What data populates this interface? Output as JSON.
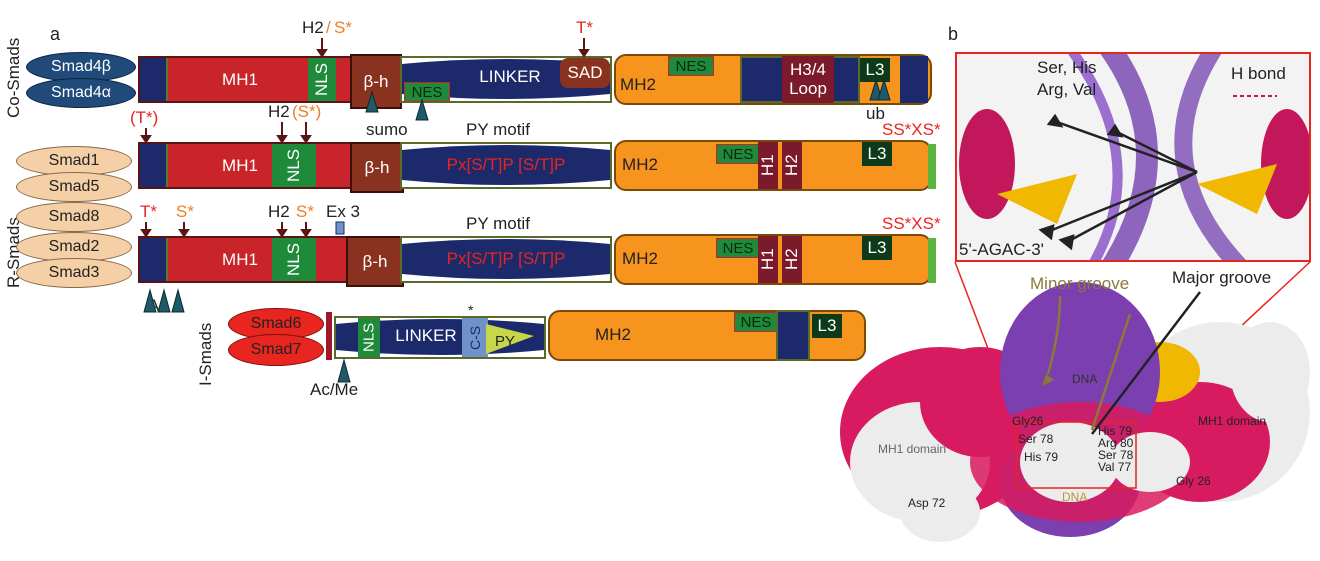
{
  "panel_a": {
    "label": "a",
    "groups": {
      "co": "Co-Smads",
      "r": "R-Smads",
      "i": "I-Smads"
    },
    "co_smads": [
      "Smad4β",
      "Smad4α"
    ],
    "r_smads_top": [
      "Smad1",
      "Smad5"
    ],
    "r_smad8": "Smad8",
    "r_smads_bottom": [
      "Smad2",
      "Smad3"
    ],
    "i_smads": [
      "Smad6",
      "Smad7"
    ],
    "domains": {
      "mh1": "MH1",
      "mh2": "MH2",
      "nls": "NLS",
      "beta_h": "β-h",
      "linker": "LINKER",
      "sad": "SAD",
      "nes": "NES",
      "h34": "H3/4",
      "loop": "Loop",
      "l3": "L3",
      "h1": "H1",
      "h2": "H2",
      "py_seq": "Px[S/T]P [S/T]P",
      "py": "PY",
      "cs": "C-S"
    },
    "annotations": {
      "co_h2": "H2",
      "co_slash": "/",
      "co_s": "S*",
      "co_t": "T*",
      "sumo": "sumo",
      "ub": "ub",
      "py_motif_1": "PY motif",
      "py_motif_2": "PY motif",
      "r1_t": "(T*)",
      "r1_h2": "H2",
      "r1_s": "(S*)",
      "r1_ss": "SS*XS*",
      "r2_t": "T*",
      "r2_s": "S*",
      "r2_h2": "H2",
      "r2_s2": "S*",
      "ex3": "Ex 3",
      "r2_ss": "SS*XS*",
      "ac": "Ac",
      "acme": "Ac/Me",
      "star": "*"
    }
  },
  "panel_b": {
    "label": "b",
    "inset": {
      "residues": [
        "Ser, His",
        "Arg, Val"
      ],
      "hbond": "H bond",
      "seq": "5'-AGAC-3'"
    },
    "labels": {
      "minor": "Minor groove",
      "major": "Major groove",
      "dna_top": "DNA",
      "dna_bottom": "DNA",
      "gly26_left": "Gly26",
      "gly26_right": "Gly 26",
      "mh1_right": "MH1 domain",
      "mh1_left": "MH1 domain",
      "ser78_left": "Ser 78",
      "his79_left": "His 79",
      "his79_right": "His 79",
      "arg80": "Arg 80",
      "ser78_right": "Ser 78",
      "val77": "Val 77",
      "asp72": "Asp 72"
    }
  }
}
